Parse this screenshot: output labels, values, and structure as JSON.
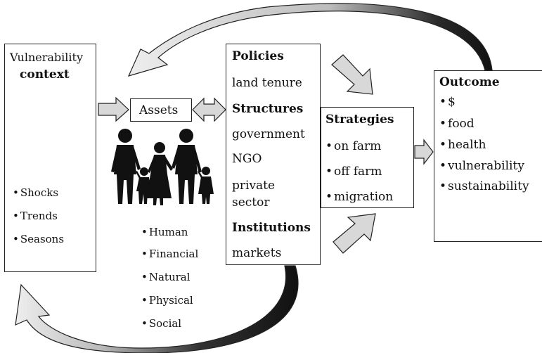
{
  "vulnerability": {
    "title_line1": "Vulnerability",
    "title_line2": "context",
    "items": [
      "Shocks",
      "Trends",
      "Seasons"
    ]
  },
  "assets": {
    "label": "Assets",
    "items": [
      "Human",
      "Financial",
      "Natural",
      "Physical",
      "Social"
    ]
  },
  "policies": {
    "heading_policies": "Policies",
    "land_tenure": "land tenure",
    "heading_structures": "Structures",
    "government": "government",
    "ngo": "NGO",
    "private_line1": "private",
    "private_line2": "sector",
    "heading_institutions": "Institutions",
    "markets": "markets"
  },
  "strategies": {
    "heading": "Strategies",
    "items": [
      "on farm",
      "off farm",
      "migration"
    ]
  },
  "outcome": {
    "heading": "Outcome",
    "items": [
      "$",
      "food",
      "health",
      "vulnerability",
      "sustainability"
    ]
  },
  "colors": {
    "border": "#222222",
    "arrow_fill_light": "#d8d8d8",
    "arrow_fill_dark": "#1a1a1a",
    "people": "#111111"
  }
}
